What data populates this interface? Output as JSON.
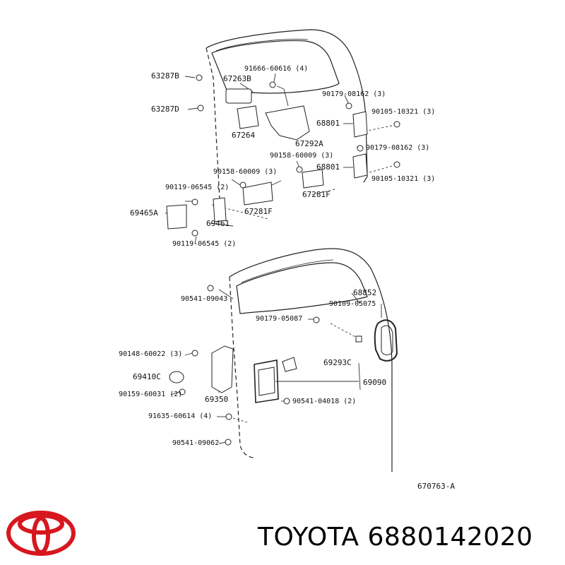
{
  "labels": {
    "l01": "63287B",
    "l02": "67263B",
    "l03": "91666-60616 (4)",
    "l04": "90179-08162 (3)",
    "l05": "63287D",
    "l06": "90105-10321 (3)",
    "l07": "68801",
    "l08": "67264",
    "l09": "67292A",
    "l10": "90158-60009 (3)",
    "l11": "90179-08162 (3)",
    "l12": "90158-60009 (3)",
    "l13": "68801",
    "l14": "90119-06545 (2)",
    "l15": "90105-10321 (3)",
    "l16": "67281F",
    "l17": "69465A",
    "l18": "67281F",
    "l19": "69461",
    "l20": "90119-06545 (2)",
    "l21": "68852",
    "l22": "90541-09043",
    "l23": "90109-05075",
    "l24": "90179-05087",
    "l25": "90148-60022 (3)",
    "l26": "69293C",
    "l27": "69410C",
    "l28": "69090",
    "l29": "90159-60031 (2)",
    "l30": "69350",
    "l31": "90541-04018 (2)",
    "l32": "91635-60614 (4)",
    "l33": "90541-09062"
  },
  "diagram_code": "670763-A",
  "brand": {
    "name": "TOYOTA",
    "part_number": "6880142020",
    "logo_color": "#d7171f"
  }
}
